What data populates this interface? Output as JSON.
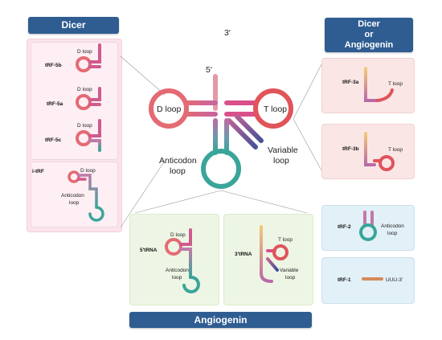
{
  "headers": {
    "dicer": "Dicer",
    "dicer_or": "Dicer",
    "or": "or",
    "angiogenin_top": "Angiogenin",
    "angiogenin_bottom": "Angiogenin"
  },
  "center": {
    "three_prime": "3′",
    "five_prime": "5′",
    "d_loop": "D loop",
    "t_loop": "T loop",
    "variable": "Variable",
    "loop": "loop",
    "anticodon": "Anticodon",
    "anticodon_loop": "loop"
  },
  "left_panels": {
    "trf5b": {
      "name": "tRF-5b",
      "loop": "D loop"
    },
    "trf5a": {
      "name": "tRF-5a",
      "loop": "D loop"
    },
    "trf5c": {
      "name": "tRF-5c",
      "loop": "D loop"
    },
    "itrf": {
      "name": "i-tRF",
      "loop1": "D loop",
      "loop2a": "Anticodon",
      "loop2b": "loop"
    }
  },
  "right_panels": {
    "trf3a": {
      "name": "tRF-3a",
      "loop": "T loop"
    },
    "trf3b": {
      "name": "tRF-3b",
      "loop": "T loop"
    },
    "trf2": {
      "name": "tRF-2",
      "loop_a": "Anticodon",
      "loop_b": "loop"
    },
    "trf1": {
      "name": "tRF-1",
      "seq": "UUU-3′"
    }
  },
  "bottom_panels": {
    "five_trna": {
      "name": "5′tRNA",
      "loop1": "D loop",
      "loop2a": "Anticodon",
      "loop2b": "loop"
    },
    "three_trna": {
      "name": "3′tRNA",
      "loop1": "T loop",
      "loop2a": "Variable",
      "loop2b": "loop"
    }
  },
  "colors": {
    "header_blue": "#2f5d92",
    "pink_panel": "#fbe3ec",
    "green_panel": "#edf6e4",
    "blue_panel": "#e2f0f8",
    "red": "#e0545a",
    "orange": "#f2b46a",
    "teal": "#3aa59a",
    "navy": "#3b4f9c"
  }
}
